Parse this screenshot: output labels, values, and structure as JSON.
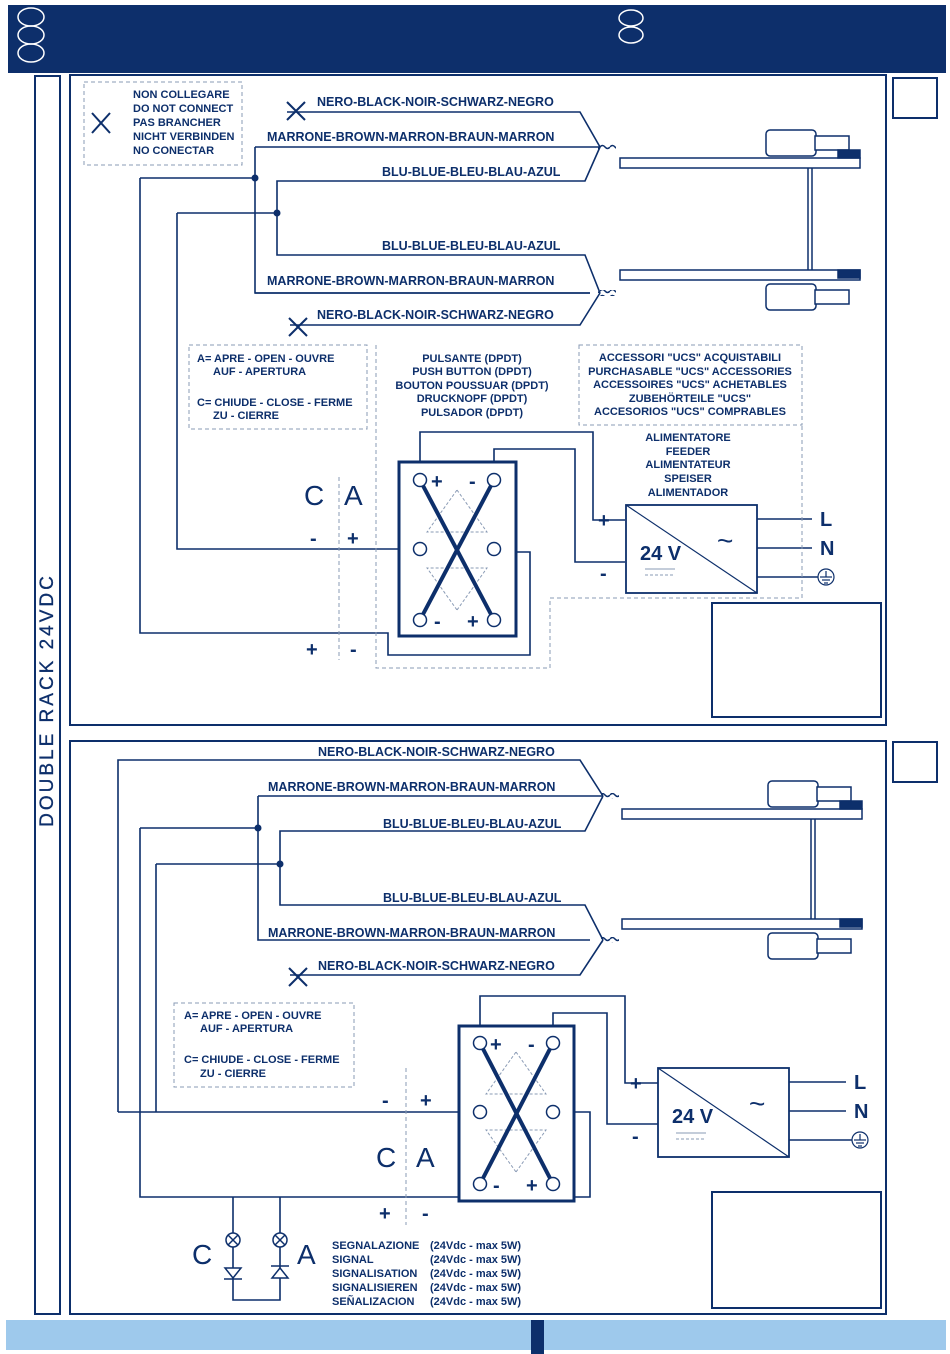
{
  "side_title": "DOUBLE RACK 24VDC",
  "wire_labels": {
    "black": "NERO-BLACK-NOIR-SCHWARZ-NEGRO",
    "brown": "MARRONE-BROWN-MARRON-BRAUN-MARRON",
    "blue": "BLU-BLUE-BLEU-BLAU-AZUL"
  },
  "do_not_connect": [
    "NON COLLEGARE",
    "DO NOT CONNECT",
    "PAS BRANCHER",
    "NICHT VERBINDEN",
    "NO CONECTAR"
  ],
  "legend": {
    "open_1": "A= APRE - OPEN - OUVRE",
    "open_2": "AUF - APERTURA",
    "close_1": "C= CHIUDE - CLOSE - FERME",
    "close_2": "ZU - CIERRE"
  },
  "push_button": [
    "PULSANTE (DPDT)",
    "PUSH BUTTON (DPDT)",
    "BOUTON POUSSUAR (DPDT)",
    "DRUCKNOPF (DPDT)",
    "PULSADOR (DPDT)"
  ],
  "accessories": [
    "ACCESSORI \"UCS\" ACQUISTABILI",
    "PURCHASABLE \"UCS\" ACCESSORIES",
    "ACCESSOIRES \"UCS\" ACHETABLES",
    "ZUBEHÖRTEILE \"UCS\"",
    "ACCESORIOS \"UCS\" COMPRABLES"
  ],
  "feeder": [
    "ALIMENTATORE",
    "FEEDER",
    "ALIMENTATEUR",
    "SPEISER",
    "ALIMENTADOR"
  ],
  "terminal": {
    "close": "C",
    "open": "A",
    "plus": "+",
    "minus": "-",
    "live": "L",
    "neutral": "N",
    "voltage": "24 V",
    "ac": "~"
  },
  "signal": {
    "rows": [
      {
        "name": "SEGNALAZIONE",
        "rating": "(24Vdc - max 5W)"
      },
      {
        "name": "SIGNAL",
        "rating": "(24Vdc - max 5W)"
      },
      {
        "name": "SIGNALISATION",
        "rating": "(24Vdc - max 5W)"
      },
      {
        "name": "SIGNALISIEREN",
        "rating": "(24Vdc - max 5W)"
      },
      {
        "name": "SEÑALIZACION",
        "rating": "(24Vdc - max 5W)"
      }
    ]
  },
  "colors": {
    "navy": "#0d2f6b",
    "light_blue": "#9ec9ec",
    "dashed": "#8a9bb5"
  }
}
